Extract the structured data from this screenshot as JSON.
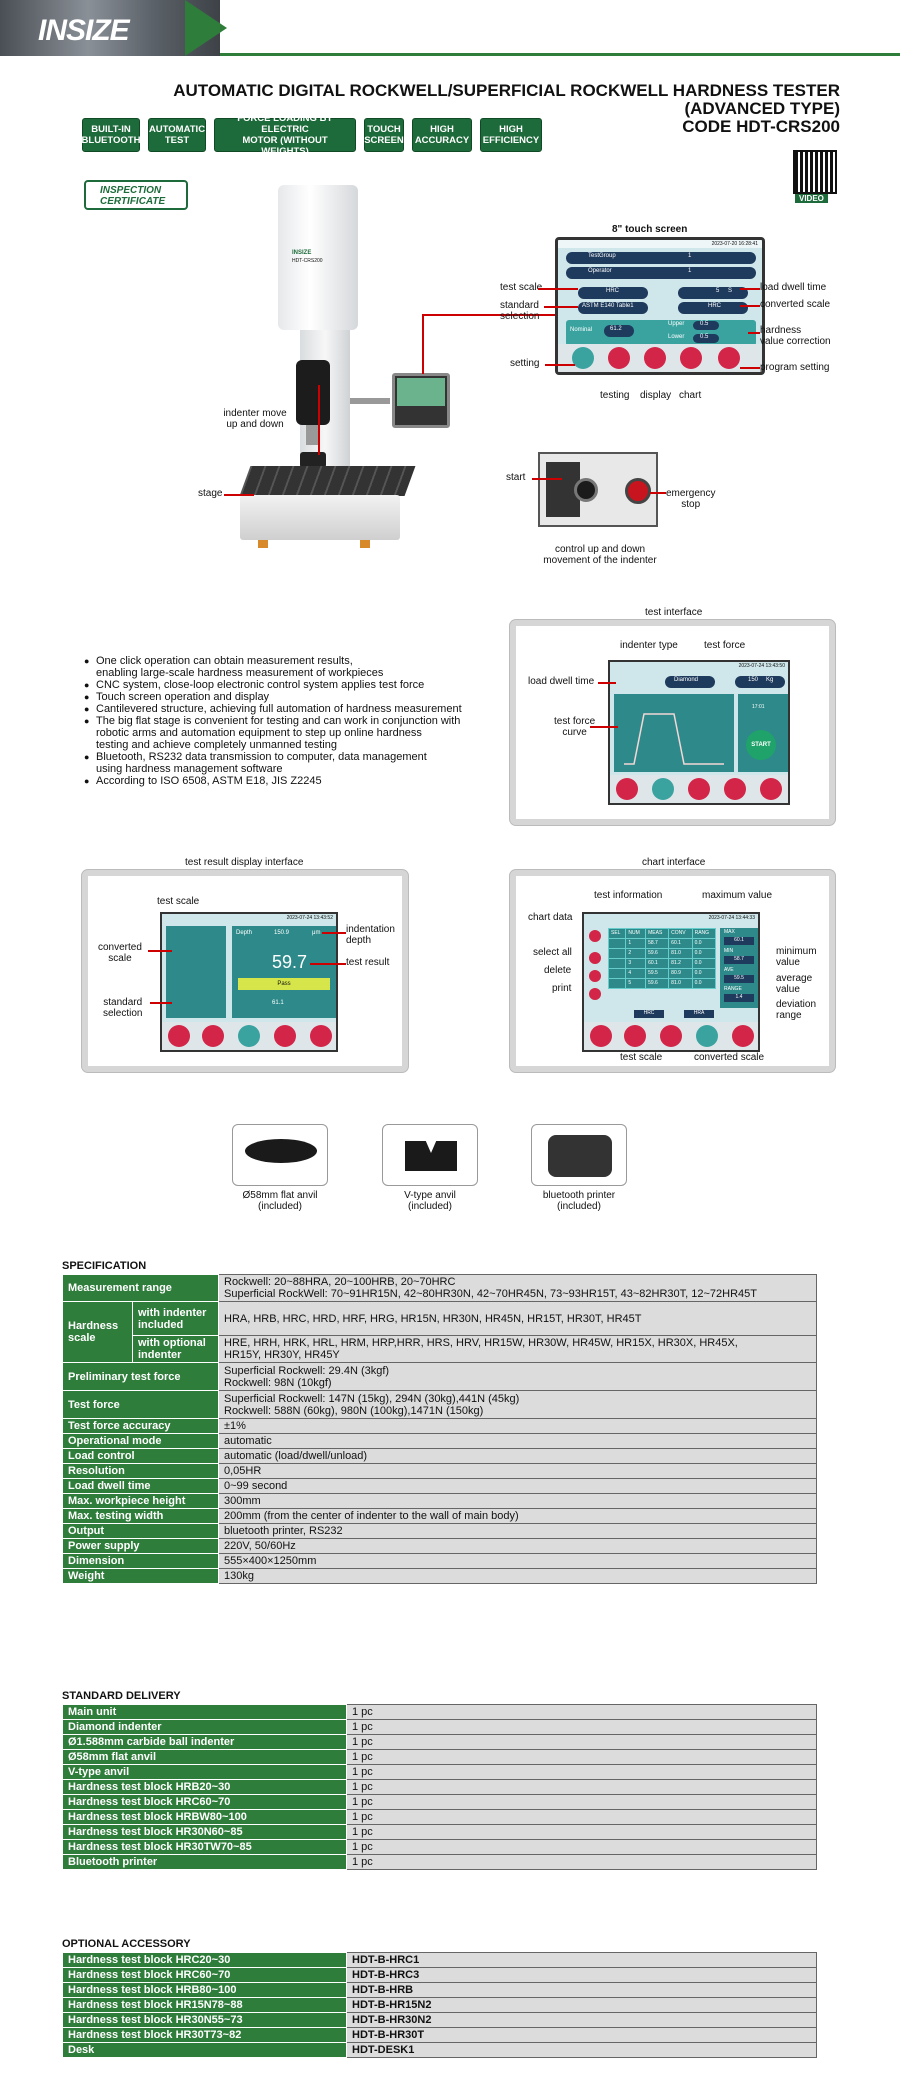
{
  "brand": "INSIZE",
  "title": {
    "line1": "AUTOMATIC DIGITAL ROCKWELL/SUPERFICIAL ROCKWELL HARDNESS TESTER",
    "line2": "(ADVANCED TYPE)",
    "line3": "CODE HDT-CRS200"
  },
  "badges": [
    "BUILT-IN\nBLUETOOTH",
    "AUTOMATIC\nTEST",
    "FORCE LOADING BY ELECTRIC\nMOTOR (WITHOUT WEIGHTS)",
    "TOUCH\nSCREEN",
    "HIGH\nACCURACY",
    "HIGH\nEFFICIENCY"
  ],
  "certificate": "INSPECTION\nCERTIFICATE",
  "qr_label": "VIDEO",
  "machine": {
    "brand": "INSIZE",
    "model": "HDT-CRS200",
    "indenter_label": "indenter move\nup and down",
    "stage_label": "stage"
  },
  "touch_screen": {
    "heading": "8\" touch screen",
    "datetime": "2023-07-20 16:28:41",
    "testgroup_label": "TestGroup",
    "testgroup_value": "1",
    "operator_label": "Operator",
    "operator_value": "1",
    "scale_value": "HRC",
    "dwell_value": "5",
    "dwell_unit": "S",
    "standard_value": "ASTM E140 Table1",
    "converted_value": "HRC",
    "nominal_label": "Nominal",
    "nominal_value": "61.2",
    "upper_label": "Upper",
    "upper_value": "0.5",
    "lower_label": "Lower",
    "lower_value": "0.5",
    "labels": {
      "test_scale": "test scale",
      "standard_selection": "standard\nselection",
      "setting": "setting",
      "testing": "testing",
      "display": "display",
      "chart": "chart",
      "load_dwell_time": "load dwell time",
      "converted_scale": "converted scale",
      "hardness_correction": "hardness\nvalue correction",
      "program_setting": "program setting"
    }
  },
  "control_box": {
    "start": "start",
    "emergency": "emergency\nstop",
    "control": "control up and down\nmovement of the indenter"
  },
  "features": [
    "One click operation can obtain measurement results,\nenabling large-scale hardness measurement of workpieces",
    "CNC system, close-loop electronic control system applies test force",
    "Touch screen operation and display",
    "Cantilevered structure, achieving full automation of hardness measurement",
    "The big flat stage is convenient for testing and can work in conjunction with\nrobotic arms and automation equipment to step up online hardness\ntesting and achieve completely unmanned testing",
    "Bluetooth, RS232 data transmission to computer, data management\nusing hardness management software",
    "According to ISO 6508, ASTM E18, JIS Z2245"
  ],
  "test_interface": {
    "heading": "test interface",
    "indenter_type": "indenter type",
    "test_force": "test force",
    "load_dwell_time": "load dwell time",
    "test_force_curve": "test force\ncurve",
    "datetime": "2023-07-24 13:43:50",
    "indenter_value": "Diamond",
    "force_value": "150",
    "force_unit": "Kg",
    "start": "START",
    "side_value": "17:01"
  },
  "result_interface": {
    "heading": "test result display interface",
    "test_scale": "test scale",
    "converted_scale": "converted\nscale",
    "standard_selection": "standard\nselection",
    "indentation_depth": "indentation\ndepth",
    "test_result": "test result",
    "datetime": "2023-07-24 13:43:52",
    "depth_label": "Depth",
    "depth_value": "150.9",
    "depth_unit": "μm",
    "result_value": "59.7",
    "pass_label": "Pass",
    "bottom_value": "61.1"
  },
  "chart_interface": {
    "heading": "chart interface",
    "chart_data": "chart data",
    "test_information": "test information",
    "maximum_value": "maximum value",
    "minimum_value": "minimum\nvalue",
    "average_value": "average\nvalue",
    "deviation_range": "deviation\nrange",
    "select_all": "select all",
    "delete": "delete",
    "print": "print",
    "test_scale": "test scale",
    "converted_scale": "converted scale",
    "datetime": "2023-07-24 13:44:33",
    "columns": [
      "SEL",
      "NUM",
      "MEAS",
      "CONV",
      "RANG"
    ],
    "rows": [
      [
        "",
        "1",
        "58.7",
        "60.1",
        "0.0"
      ],
      [
        "",
        "2",
        "59.6",
        "81.0",
        "0.0"
      ],
      [
        "",
        "3",
        "60.1",
        "81.2",
        "0.0"
      ],
      [
        "",
        "4",
        "59.5",
        "80.9",
        "0.0"
      ],
      [
        "",
        "5",
        "59.6",
        "81.0",
        "0.0"
      ]
    ],
    "stats": {
      "max_label": "MAX",
      "max": "60.1",
      "min_label": "MIN",
      "min": "58.7",
      "avg_label": "AVE",
      "avg": "59.5",
      "range_label": "RANGE",
      "range": "1.4"
    },
    "meas_scale": "HRC",
    "conv_scale": "HRA"
  },
  "accessories": [
    "Ø58mm flat anvil\n(included)",
    "V-type anvil\n(included)",
    "bluetooth printer\n(included)"
  ],
  "specification": {
    "heading": "SPECIFICATION",
    "measurement_range": {
      "label": "Measurement range",
      "value": "Rockwell: 20~88HRA, 20~100HRB, 20~70HRC\nSuperficial RockWell: 70~91HR15N, 42~80HR30N, 42~70HR45N, 73~93HR15T, 43~82HR30T, 12~72HR45T"
    },
    "hardness_scale": {
      "label": "Hardness\nscale",
      "sub1": "with indenter\nincluded",
      "val1": "HRA, HRB, HRC, HRD, HRF, HRG, HR15N, HR30N, HR45N, HR15T, HR30T, HR45T",
      "sub2": "with optional\nindenter",
      "val2": "HRE, HRH, HRK, HRL, HRM, HRP,HRR, HRS, HRV, HR15W, HR30W, HR45W, HR15X, HR30X, HR45X,\nHR15Y, HR30Y, HR45Y"
    },
    "rows": [
      {
        "label": "Preliminary test force",
        "value": "Superficial Rockwell: 29.4N (3kgf)\nRockwell: 98N (10kgf)"
      },
      {
        "label": "Test force",
        "value": "Superficial Rockwell: 147N (15kg), 294N (30kg),441N (45kg)\nRockwell: 588N (60kg), 980N (100kg),1471N (150kg)"
      },
      {
        "label": "Test force accuracy",
        "value": "±1%"
      },
      {
        "label": "Operational mode",
        "value": "automatic"
      },
      {
        "label": "Load control",
        "value": "automatic (load/dwell/unload)"
      },
      {
        "label": "Resolution",
        "value": "0,05HR"
      },
      {
        "label": "Load dwell time",
        "value": "0~99 second"
      },
      {
        "label": "Max. workpiece height",
        "value": "300mm"
      },
      {
        "label": "Max. testing width",
        "value": "200mm (from the center of indenter to the wall of main body)"
      },
      {
        "label": "Output",
        "value": "bluetooth printer, RS232"
      },
      {
        "label": "Power supply",
        "value": "220V, 50/60Hz"
      },
      {
        "label": "Dimension",
        "value": "555×400×1250mm"
      },
      {
        "label": "Weight",
        "value": "130kg"
      }
    ]
  },
  "standard_delivery": {
    "heading": "STANDARD DELIVERY",
    "rows": [
      {
        "label": "Main unit",
        "value": "1 pc"
      },
      {
        "label": "Diamond indenter",
        "value": "1 pc"
      },
      {
        "label": "Ø1.588mm carbide ball indenter",
        "value": "1 pc"
      },
      {
        "label": "Ø58mm flat anvil",
        "value": "1 pc"
      },
      {
        "label": "V-type anvil",
        "value": "1 pc"
      },
      {
        "label": "Hardness test block HRB20~30",
        "value": "1 pc"
      },
      {
        "label": "Hardness test block HRC60~70",
        "value": "1 pc"
      },
      {
        "label": "Hardness test block HRBW80~100",
        "value": "1 pc"
      },
      {
        "label": "Hardness test block HR30N60~85",
        "value": "1 pc"
      },
      {
        "label": "Hardness test block HR30TW70~85",
        "value": "1 pc"
      },
      {
        "label": "Bluetooth printer",
        "value": "1 pc"
      }
    ]
  },
  "optional_accessory": {
    "heading": "OPTIONAL ACCESSORY",
    "rows": [
      {
        "label": "Hardness test block HRC20~30",
        "value": "HDT-B-HRC1"
      },
      {
        "label": "Hardness test block HRC60~70",
        "value": "HDT-B-HRC3"
      },
      {
        "label": "Hardness test block HRB80~100",
        "value": "HDT-B-HRB"
      },
      {
        "label": "Hardness test block HR15N78~88",
        "value": "HDT-B-HR15N2"
      },
      {
        "label": "Hardness test block HR30N55~73",
        "value": "HDT-B-HR30N2"
      },
      {
        "label": "Hardness test block HR30T73~82",
        "value": "HDT-B-HR30T"
      },
      {
        "label": "Desk",
        "value": "HDT-DESK1"
      }
    ]
  }
}
